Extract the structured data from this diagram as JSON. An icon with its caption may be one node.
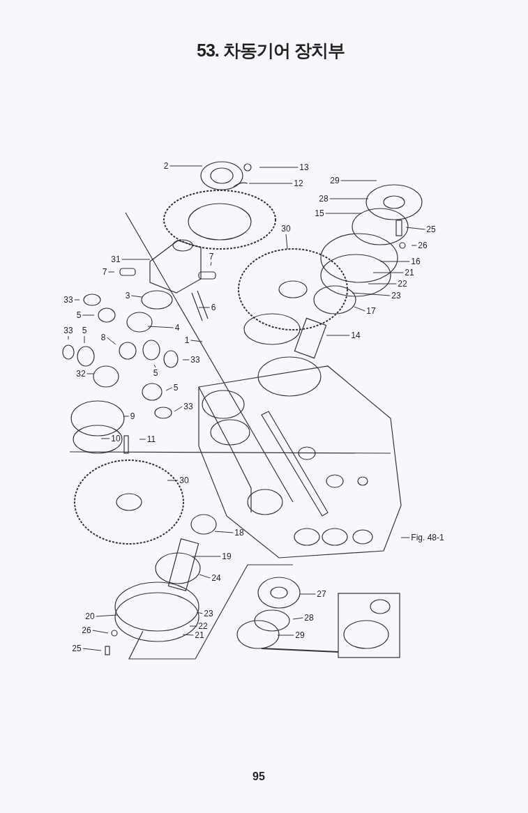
{
  "diagram": {
    "title": "53. 차동기어 장치부",
    "nodes": [
      {
        "text": [
          "2"
        ]
      },
      {
        "text": [
          "13"
        ]
      },
      {
        "text": [
          "12"
        ]
      },
      {
        "text": [
          "29"
        ]
      },
      {
        "text": [
          "28"
        ]
      },
      {
        "text": [
          "15"
        ]
      },
      {
        "text": [
          "30"
        ]
      },
      {
        "text": [
          "25"
        ]
      },
      {
        "text": [
          "26"
        ]
      },
      {
        "text": [
          "31"
        ]
      },
      {
        "text": [
          "7"
        ]
      },
      {
        "text": [
          "7"
        ]
      },
      {
        "text": [
          "16"
        ]
      },
      {
        "text": [
          "21"
        ]
      },
      {
        "text": [
          "22"
        ]
      },
      {
        "text": [
          "23"
        ]
      },
      {
        "text": [
          "33"
        ]
      },
      {
        "text": [
          "3"
        ]
      },
      {
        "text": [
          "6"
        ]
      },
      {
        "text": [
          "17"
        ]
      },
      {
        "text": [
          "5"
        ]
      },
      {
        "text": [
          "4"
        ]
      },
      {
        "text": [
          "33"
        ]
      },
      {
        "text": [
          "5"
        ]
      },
      {
        "text": [
          "14"
        ]
      },
      {
        "text": [
          "1"
        ]
      },
      {
        "text": [
          "8"
        ]
      },
      {
        "text": [
          "33"
        ]
      },
      {
        "text": [
          "32"
        ]
      },
      {
        "text": [
          "5"
        ]
      },
      {
        "text": [
          "5"
        ]
      },
      {
        "text": [
          "33"
        ]
      },
      {
        "text": [
          "9"
        ]
      },
      {
        "text": [
          "10"
        ]
      },
      {
        "text": [
          "11"
        ]
      },
      {
        "text": [
          "30"
        ]
      },
      {
        "text": [
          "18"
        ]
      },
      {
        "text": [
          "19"
        ]
      },
      {
        "text": [
          "24"
        ]
      },
      {
        "text": [
          "27"
        ]
      },
      {
        "text": [
          "23"
        ]
      },
      {
        "text": [
          "20"
        ]
      },
      {
        "text": [
          "28"
        ]
      },
      {
        "text": [
          "22"
        ]
      },
      {
        "text": [
          "26"
        ]
      },
      {
        "text": [
          "21"
        ]
      },
      {
        "text": [
          "29"
        ]
      },
      {
        "text": [
          "25"
        ]
      },
      {
        "text": [
          "Fig. 48-1"
        ]
      }
    ],
    "edges": [
      {
        "from": 0,
        "to": null,
        "arrow": "none"
      },
      {
        "from": 1,
        "to": null,
        "arrow": "none"
      },
      {
        "from": 2,
        "to": null,
        "arrow": "none"
      },
      {
        "from": 3,
        "to": null,
        "arrow": "none"
      },
      {
        "from": 4,
        "to": null,
        "arrow": "none"
      },
      {
        "from": 5,
        "to": null,
        "arrow": "none"
      },
      {
        "from": 6,
        "to": null,
        "arrow": "none"
      },
      {
        "from": 7,
        "to": null,
        "arrow": "none"
      },
      {
        "from": 8,
        "to": null,
        "arrow": "none"
      },
      {
        "from": 9,
        "to": null,
        "arrow": "none"
      },
      {
        "from": 10,
        "to": null,
        "arrow": "none"
      },
      {
        "from": 11,
        "to": null,
        "arrow": "none"
      },
      {
        "from": 12,
        "to": null,
        "arrow": "none"
      },
      {
        "from": 13,
        "to": null,
        "arrow": "none"
      },
      {
        "from": 14,
        "to": null,
        "arrow": "none"
      },
      {
        "from": 15,
        "to": null,
        "arrow": "none"
      },
      {
        "from": 16,
        "to": null,
        "arrow": "none"
      },
      {
        "from": 17,
        "to": null,
        "arrow": "none"
      },
      {
        "from": 18,
        "to": null,
        "arrow": "none"
      },
      {
        "from": 19,
        "to": null,
        "arrow": "none"
      },
      {
        "from": 20,
        "to": null,
        "arrow": "none"
      },
      {
        "from": 21,
        "to": null,
        "arrow": "none"
      },
      {
        "from": 22,
        "to": null,
        "arrow": "none"
      },
      {
        "from": 23,
        "to": null,
        "arrow": "none"
      },
      {
        "from": 24,
        "to": null,
        "arrow": "none"
      },
      {
        "from": 25,
        "to": null,
        "arrow": "none"
      },
      {
        "from": 26,
        "to": null,
        "arrow": "none"
      },
      {
        "from": 27,
        "to": null,
        "arrow": "none"
      },
      {
        "from": 28,
        "to": null,
        "arrow": "none"
      },
      {
        "from": 29,
        "to": null,
        "arrow": "none"
      },
      {
        "from": 30,
        "to": null,
        "arrow": "none"
      },
      {
        "from": 31,
        "to": null,
        "arrow": "none"
      },
      {
        "from": 32,
        "to": null,
        "arrow": "none"
      },
      {
        "from": 33,
        "to": null,
        "arrow": "none"
      },
      {
        "from": 34,
        "to": null,
        "arrow": "none"
      },
      {
        "from": 35,
        "to": null,
        "arrow": "none"
      },
      {
        "from": 36,
        "to": null,
        "arrow": "none"
      },
      {
        "from": 37,
        "to": null,
        "arrow": "none"
      },
      {
        "from": 38,
        "to": null,
        "arrow": "none"
      },
      {
        "from": 39,
        "to": null,
        "arrow": "none"
      },
      {
        "from": 40,
        "to": null,
        "arrow": "none"
      },
      {
        "from": 41,
        "to": null,
        "arrow": "none"
      },
      {
        "from": 42,
        "to": null,
        "arrow": "none"
      },
      {
        "from": 43,
        "to": null,
        "arrow": "none"
      },
      {
        "from": 44,
        "to": null,
        "arrow": "none"
      },
      {
        "from": 45,
        "to": null,
        "arrow": "none"
      },
      {
        "from": 46,
        "to": null,
        "arrow": "none"
      },
      {
        "from": 47,
        "to": null,
        "arrow": "none"
      },
      {
        "from": 48,
        "to": null,
        "arrow": "none"
      }
    ],
    "labels": [
      "95"
    ]
  }
}
